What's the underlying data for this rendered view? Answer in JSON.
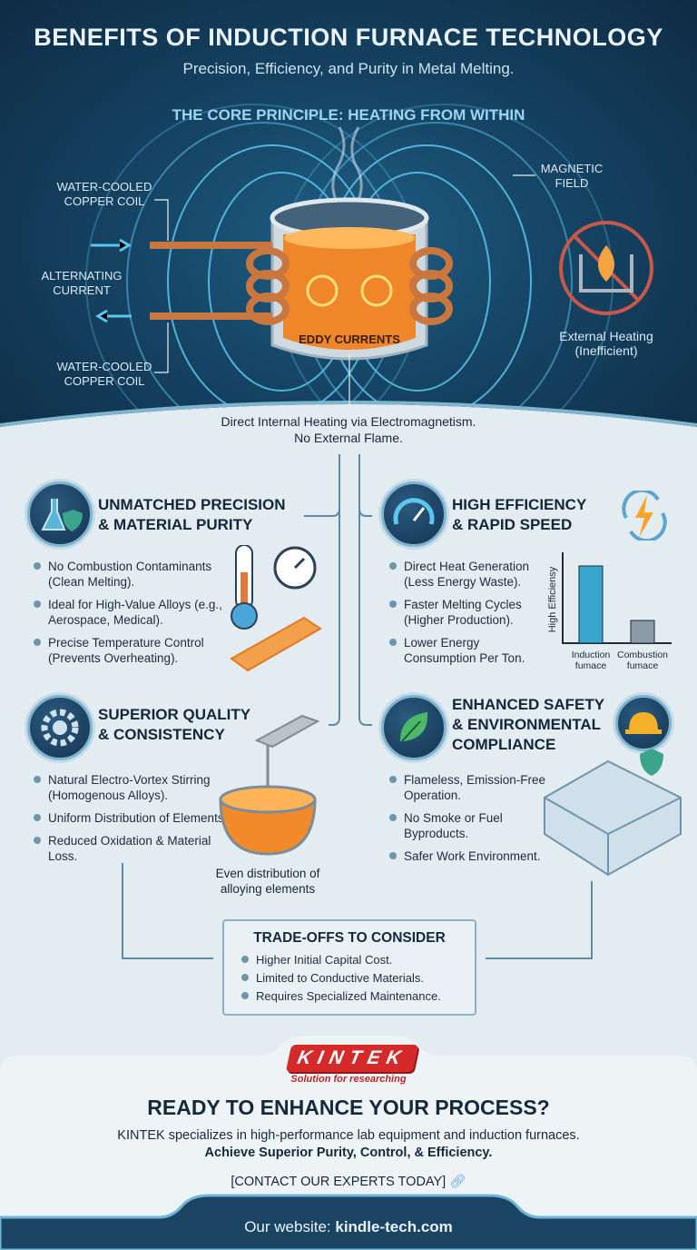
{
  "header": {
    "title": "BENEFITS OF INDUCTION FURNACE TECHNOLOGY",
    "subtitle": "Precision, Efficiency, and Purity in Metal Melting."
  },
  "principle": {
    "title": "THE CORE PRINCIPLE: HEATING FROM WITHIN",
    "labels": {
      "coil_top": "WATER-COOLED\nCOPPER COIL",
      "current": "ALTERNATING\nCURRENT",
      "coil_bottom": "WATER-COOLED\nCOPPER COIL",
      "field": "MAGNETIC\nFIELD",
      "eddy": "EDDY CURRENTS",
      "external": "External Heating\n(Inefficient)"
    },
    "caption": "Direct Internal Heating via Electromagnetism.\nNo External Flame."
  },
  "cards": [
    {
      "title": "UNMATCHED PRECISION\n& MATERIAL PURITY",
      "icon": "flask-shield-icon",
      "bullets": [
        "No Combustion Contaminants (Clean Melting).",
        "Ideal for High-Value Alloys (e.g., Aerospace, Medical).",
        "Precise Temperature Control (Prevents Overheating)."
      ]
    },
    {
      "title": "HIGH EFFICIENCY\n& RAPID SPEED",
      "icon": "gauge-icon",
      "bullets": [
        "Direct Heat Generation (Less Energy Waste).",
        "Faster Melting Cycles (Higher Production).",
        "Lower Energy Consumption Per Ton."
      ]
    },
    {
      "title": "SUPERIOR QUALITY\n& CONSISTENCY",
      "icon": "gear-icon",
      "bullets": [
        "Natural Electro-Vortex Stirring (Homogenous Alloys).",
        "Uniform Distribution of Elements.",
        "Reduced Oxidation & Material Loss."
      ],
      "illustration_caption": "Even distribution of\nalloying elements"
    },
    {
      "title": "ENHANCED SAFETY\n& ENVIRONMENTAL\nCOMPLIANCE",
      "icon": "leaf-icon",
      "bullets": [
        "Flameless, Emission-Free Operation.",
        "No Smoke or Fuel Byproducts.",
        "Safer Work Environment."
      ]
    }
  ],
  "chart_data": {
    "type": "bar",
    "categories": [
      "Induction\nfumace",
      "Combustion\nfumace"
    ],
    "values": [
      85,
      25
    ],
    "ylabel": "High Efficiensy",
    "ylim": [
      0,
      100
    ],
    "colors": [
      "#3aa6cf",
      "#8c9ca6"
    ]
  },
  "tradeoffs": {
    "title": "TRADE-OFFS TO CONSIDER",
    "items": [
      "Higher Initial Capital Cost.",
      "Limited to Conductive Materials.",
      "Requires Specialized Maintenance."
    ]
  },
  "cta": {
    "logo": "KINTEK",
    "tagline": "Solution for researching",
    "heading": "READY TO ENHANCE YOUR PROCESS?",
    "body": "KINTEK specializes in high-performance lab equipment and induction furnaces.",
    "emphasis": "Achieve Superior Purity, Control, & Efficiency.",
    "link": "[CONTACT OUR EXPERTS TODAY]"
  },
  "footer": {
    "label": "Our website: ",
    "url": "kindle-tech.com"
  },
  "colors": {
    "navy": "#0e2b45",
    "accent": "#5cc6ee",
    "copper": "#c9773f",
    "kintek_red": "#d42a2a"
  }
}
